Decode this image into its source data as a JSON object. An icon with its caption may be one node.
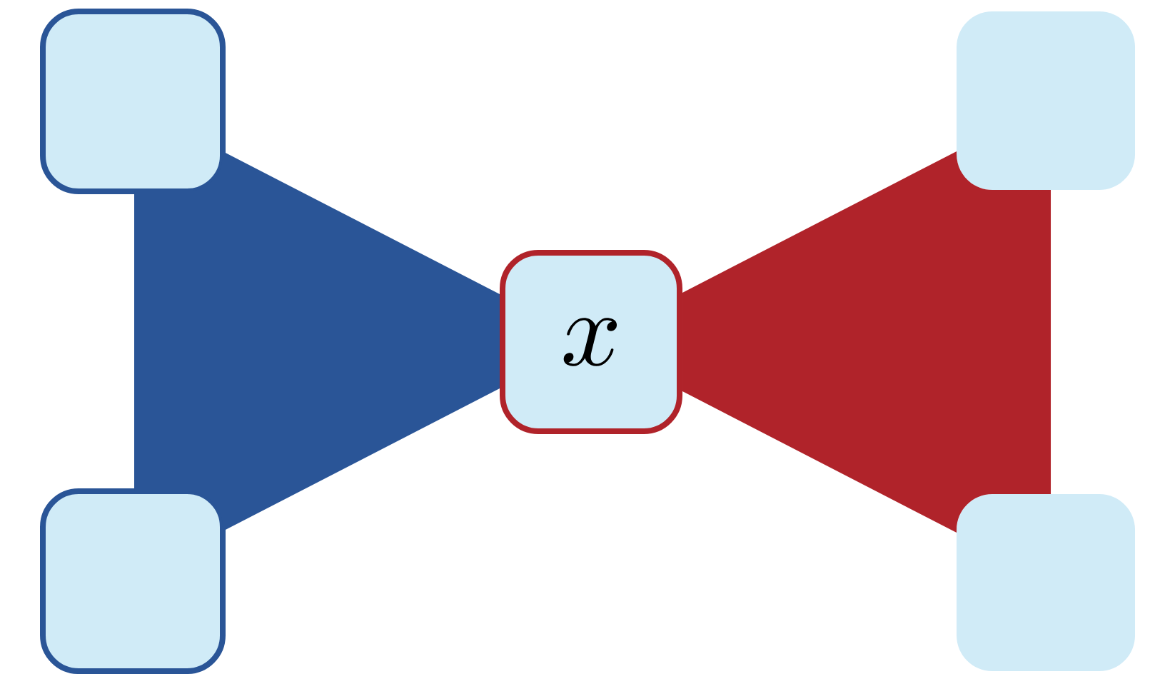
{
  "diagram": {
    "nodes": [
      {
        "text": [],
        "shape": "box"
      },
      {
        "text": [],
        "shape": "box"
      },
      {
        "text": [
          "x"
        ]
      },
      {
        "text": [],
        "shape": "box"
      },
      {
        "text": [],
        "shape": "box"
      }
    ],
    "edges": [
      {
        "from": 0,
        "to": 2,
        "arrow": "none",
        "style": "thick",
        "color": "#2a5597"
      },
      {
        "from": 1,
        "to": 2,
        "arrow": "none",
        "style": "thick",
        "color": "#b0232a"
      },
      {
        "from": 3,
        "to": 2,
        "arrow": "none",
        "style": "thick",
        "color": "#2a5597"
      },
      {
        "from": 4,
        "to": 2,
        "arrow": "none",
        "style": "thick",
        "color": "#b0232a"
      }
    ]
  }
}
